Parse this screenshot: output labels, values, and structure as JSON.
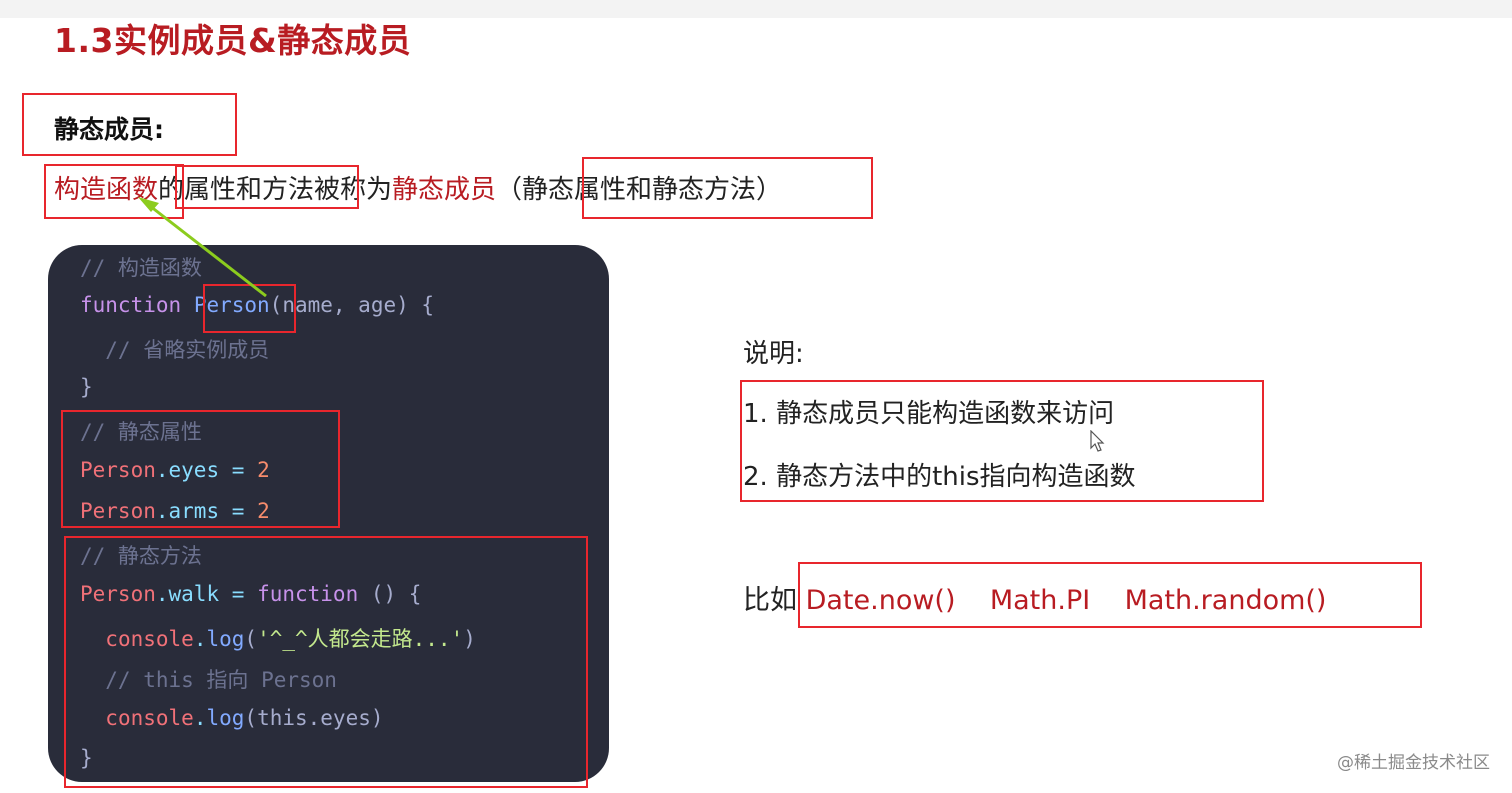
{
  "page": {
    "title": "1.3实例成员&静态成员",
    "subtitle": "静态成员:"
  },
  "description": {
    "part1": "构造函数",
    "part2": "的属性和方法被称为",
    "part3": "静态成员",
    "part4": "（静态属性和静态方法）"
  },
  "code": {
    "lines": [
      "// 构造函数",
      "function Person(name, age) {",
      "  // 省略实例成员",
      "}",
      "// 静态属性",
      "Person.eyes = 2",
      "Person.arms = 2",
      "// 静态方法",
      "Person.walk = function () {",
      "  console.log('^_^人都会走路...')",
      "  // this 指向 Person",
      "  console.log(this.eyes)",
      "}"
    ]
  },
  "explanation": {
    "label": "说明:",
    "items": [
      "1. 静态成员只能构造函数来访问",
      "2. 静态方法中的this指向构造函数"
    ]
  },
  "example": {
    "prefix": "比如",
    "apis": [
      "Date.now()",
      "Math.PI",
      "Math.random()"
    ]
  },
  "watermark": "@稀土掘金技术社区",
  "colors": {
    "title_red": "#b81c22",
    "box_red": "#e8262d",
    "code_bg": "#292c3a",
    "arrow_green": "#8ccc1e"
  }
}
